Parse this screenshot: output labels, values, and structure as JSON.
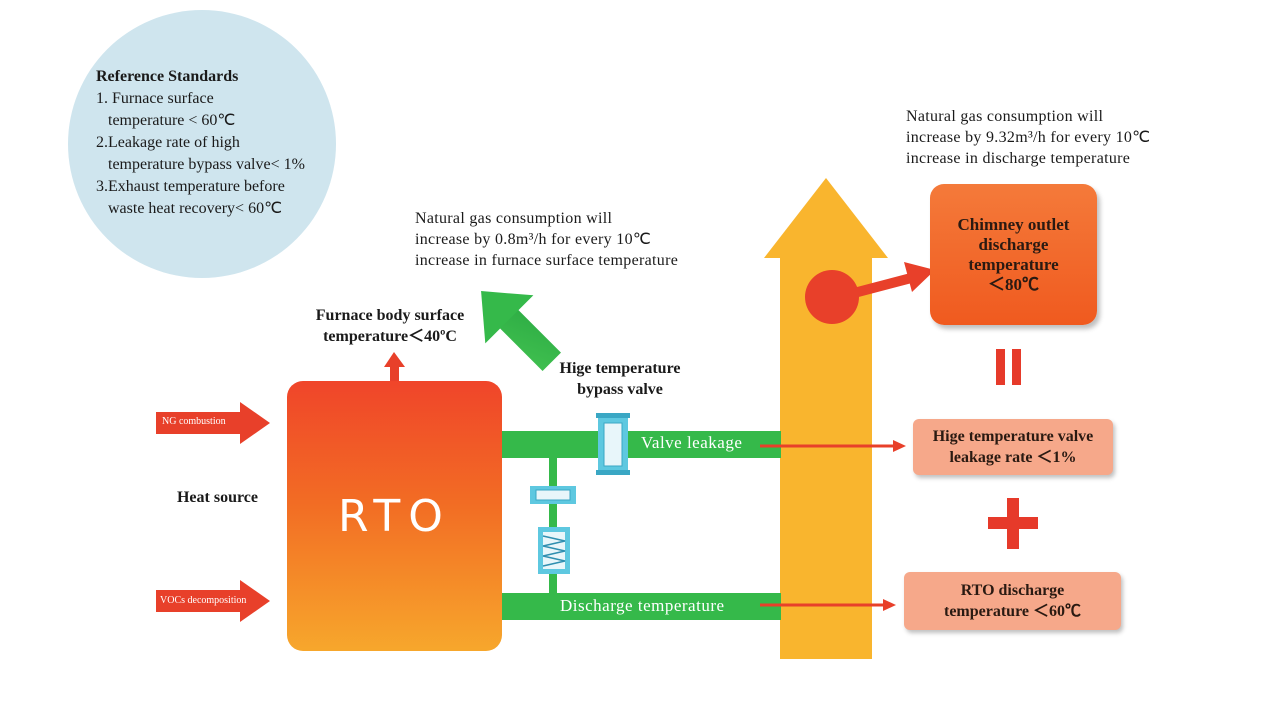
{
  "reference": {
    "title": "Reference Standards",
    "items": [
      {
        "line1": "1. Furnace surface",
        "line2": "temperature < 60℃"
      },
      {
        "line1": "2.Leakage rate of high",
        "line2": "temperature bypass valve< 1%"
      },
      {
        "line1": "3.Exhaust temperature before",
        "line2": "waste heat recovery< 60℃"
      }
    ]
  },
  "notes": {
    "furnace_gas": [
      "Natural gas consumption will",
      "increase by 0.8m³/h for every 10℃",
      "increase in furnace surface temperature"
    ],
    "discharge_gas": [
      "Natural gas consumption will",
      "increase by 9.32m³/h for every 10℃",
      "increase in discharge temperature"
    ]
  },
  "labels": {
    "furnace_surface": [
      "Furnace body surface",
      "temperature＜40ºC"
    ],
    "bypass_valve": [
      "Hige temperature",
      "bypass valve"
    ],
    "heat_source": "Heat source",
    "rto": "RTO",
    "ng_combustion": "NG combustion",
    "vocs_decomposition": "VOCs decomposition",
    "valve_leakage": "Valve leakage",
    "discharge_temperature": "Discharge temperature"
  },
  "boxes": {
    "chimney": [
      "Chimney outlet",
      "discharge",
      "temperature",
      "＜80℃"
    ],
    "valve_rate": [
      "Hige temperature valve",
      "leakage rate ＜1%"
    ],
    "rto_discharge": [
      "RTO discharge",
      "temperature ＜60℃"
    ]
  },
  "operators": {
    "equals": "=",
    "plus": "+"
  },
  "colors": {
    "pipe_green": "#35b94a",
    "chimney_yellow": "#f9b52e",
    "arrow_red": "#e8402a",
    "valve_blue": "#5ec8e0",
    "circle_blue": "#cfe5ee"
  },
  "icons": [
    "valve-icon",
    "heat-exchanger-icon",
    "sensor-dot-icon",
    "equals-icon",
    "plus-icon"
  ]
}
